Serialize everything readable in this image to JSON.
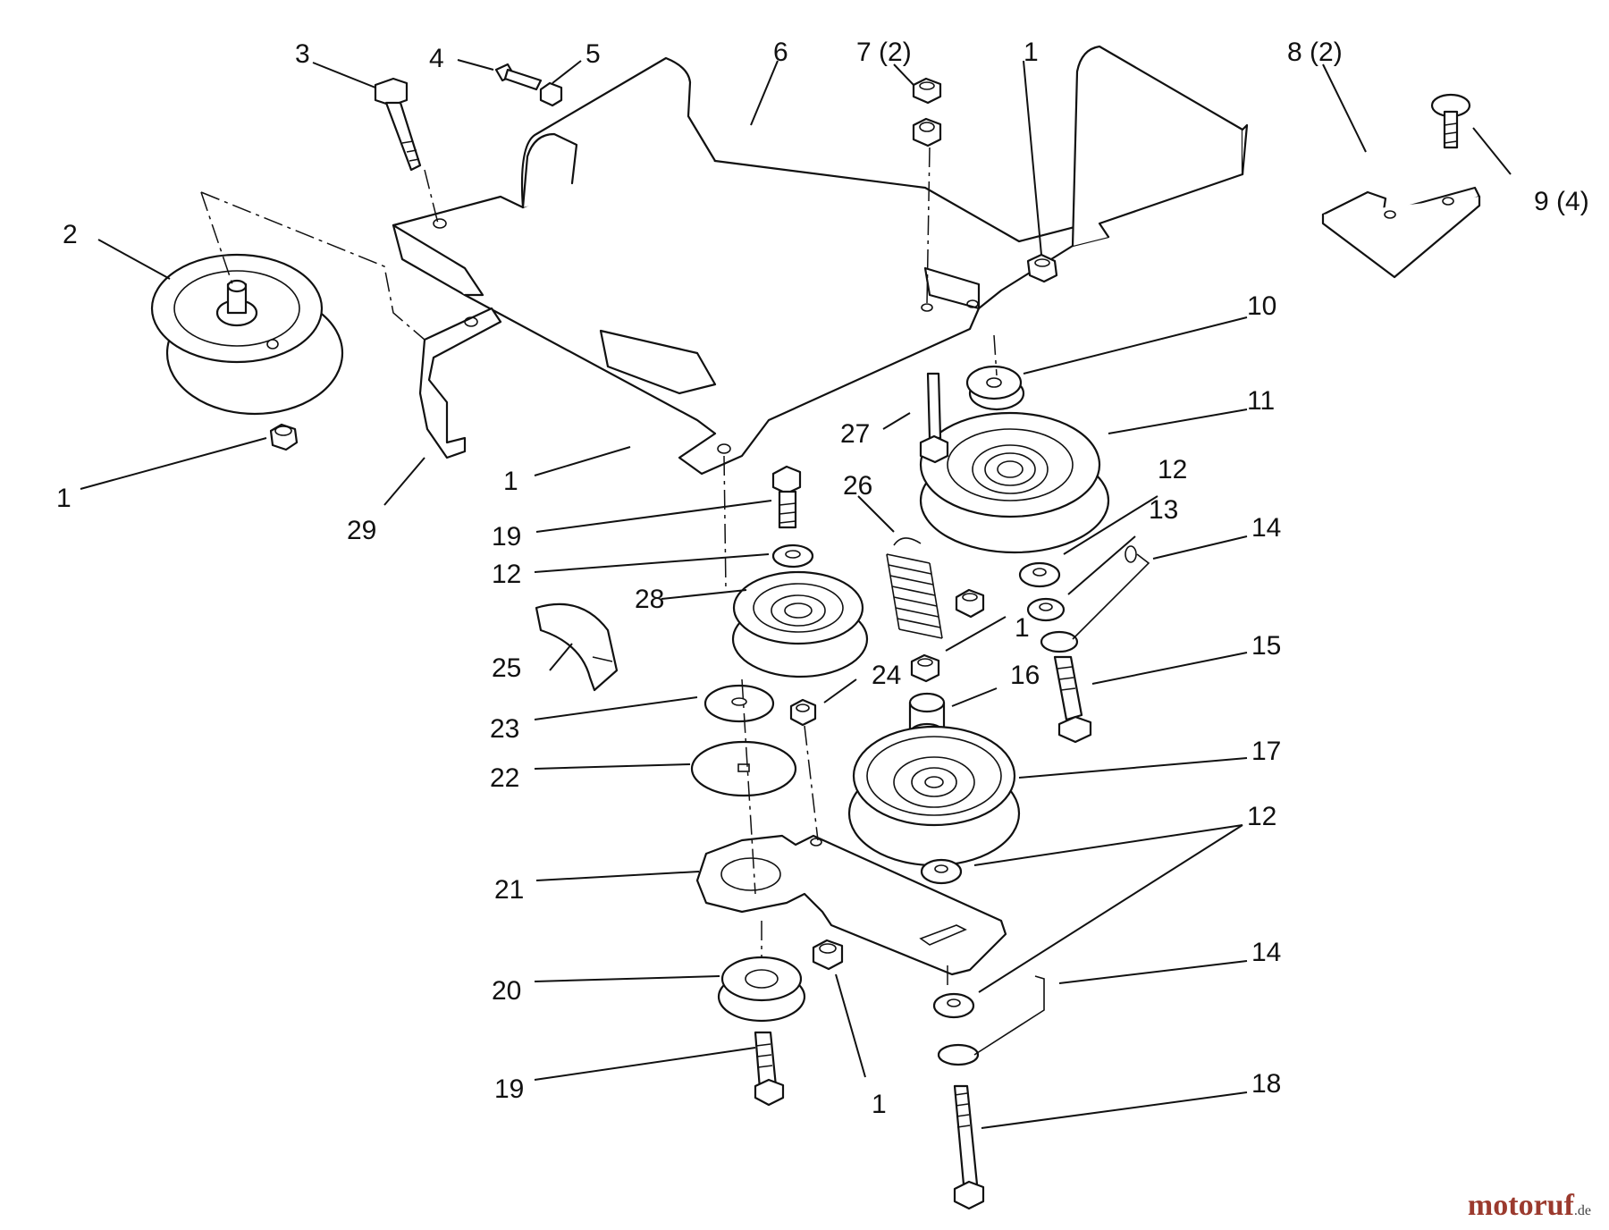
{
  "diagram": {
    "callouts": [
      "1",
      "2",
      "3",
      "4",
      "5",
      "6",
      "7 (2)",
      "8 (2)",
      "9 (4)",
      "10",
      "11",
      "12",
      "13",
      "14",
      "15",
      "16",
      "17",
      "18",
      "19",
      "20",
      "21",
      "22",
      "23",
      "24",
      "25",
      "26",
      "27",
      "28",
      "29"
    ]
  },
  "watermark": {
    "brand": "motoruf",
    "tld": ".de"
  }
}
